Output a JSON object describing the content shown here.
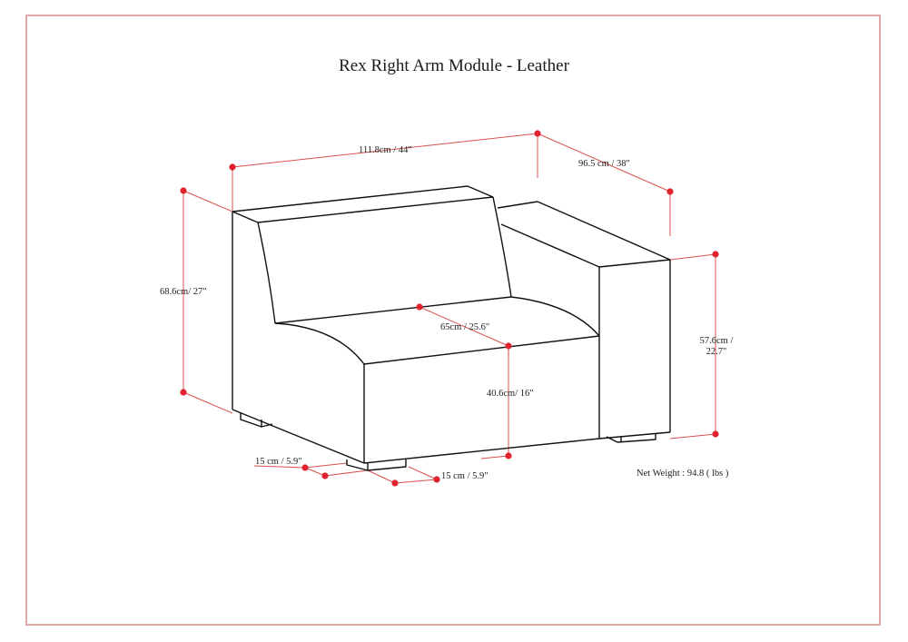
{
  "title": "Rex Right Arm Module - Leather",
  "colors": {
    "dimension_line": "#d9534f",
    "dimension_dot": "#e0232e",
    "outline": "#111111",
    "frame_border": "#e0a8a4"
  },
  "dimensions": {
    "width": "111.8cm / 44\"",
    "depth": "96.5 cm / 38\"",
    "height": "68.6cm/ 27\"",
    "seat_depth": "65cm / 25.6\"",
    "seat_height": "40.6cm/ 16\"",
    "arm_height_line1": "57.6cm /",
    "arm_height_line2": "22.7\"",
    "leg_depth": "15 cm / 5.9\"",
    "leg_width": "15 cm / 5.9\""
  },
  "net_weight": "Net Weight : 94.8 ( lbs )"
}
